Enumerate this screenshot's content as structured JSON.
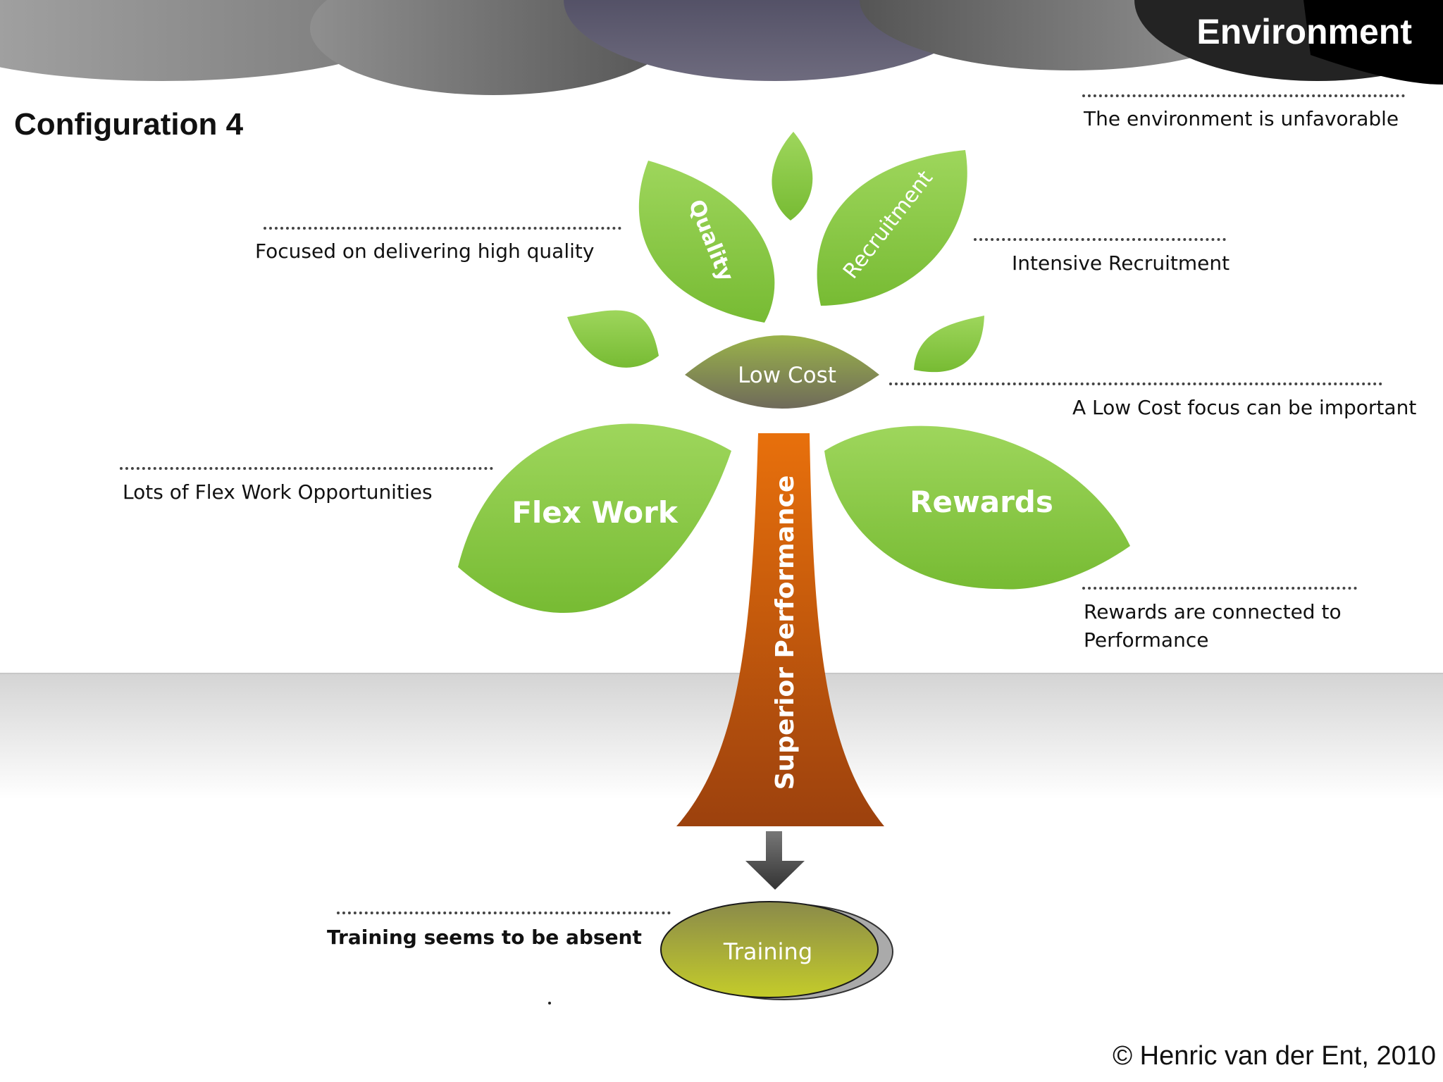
{
  "title": "Configuration 4",
  "environment_label": "Environment",
  "copyright": "© Henric van der Ent, 2010",
  "colors": {
    "leaf_light": "#92d050",
    "leaf_dark": "#77bb33",
    "trunk_top": "#e36c09",
    "trunk_bottom": "#a0420c",
    "cloud_dark": "#2a2a2a",
    "cloud_purple": "#4a4766"
  },
  "tree": {
    "leaves": {
      "quality": "Quality",
      "recruitment": "Recruitment",
      "low_cost": "Low Cost",
      "flex_work": "Flex Work",
      "rewards": "Rewards"
    },
    "trunk": "Superior Performance",
    "root": "Training"
  },
  "annotations": {
    "environment": "The environment is unfavorable",
    "quality": "Focused on delivering high quality",
    "recruitment": "Intensive Recruitment",
    "low_cost": "A Low Cost focus can be important",
    "flex_work": "Lots of Flex Work Opportunities",
    "rewards_line1": "Rewards are connected to",
    "rewards_line2": "Performance",
    "training": "Training seems to be absent"
  }
}
